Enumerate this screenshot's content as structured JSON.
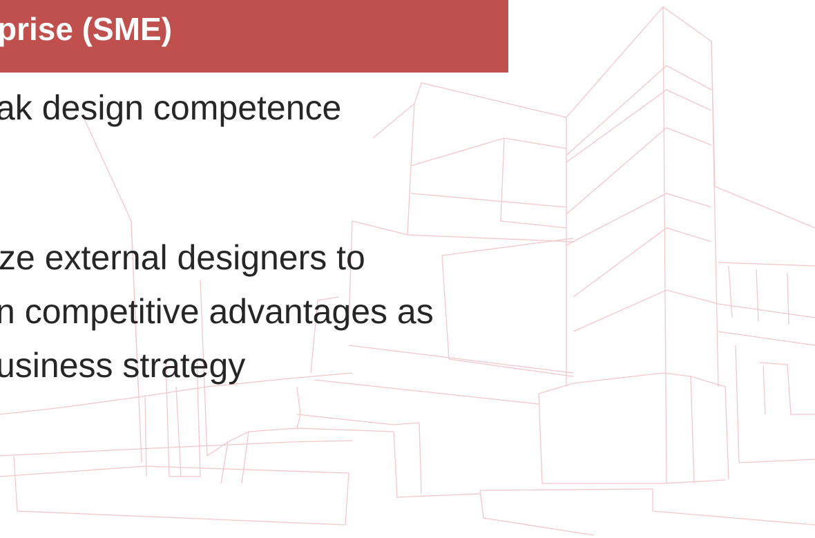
{
  "slide": {
    "title": "prise (SME)",
    "bullet_lines": [
      "ak design competence",
      "ze external designers to",
      "n competitive advantages as",
      "usiness strategy"
    ]
  },
  "colors": {
    "title_bar": "#c0504d",
    "title_text": "#ffffff",
    "body_text": "#262626",
    "background_lines": "#f2c7cc"
  }
}
